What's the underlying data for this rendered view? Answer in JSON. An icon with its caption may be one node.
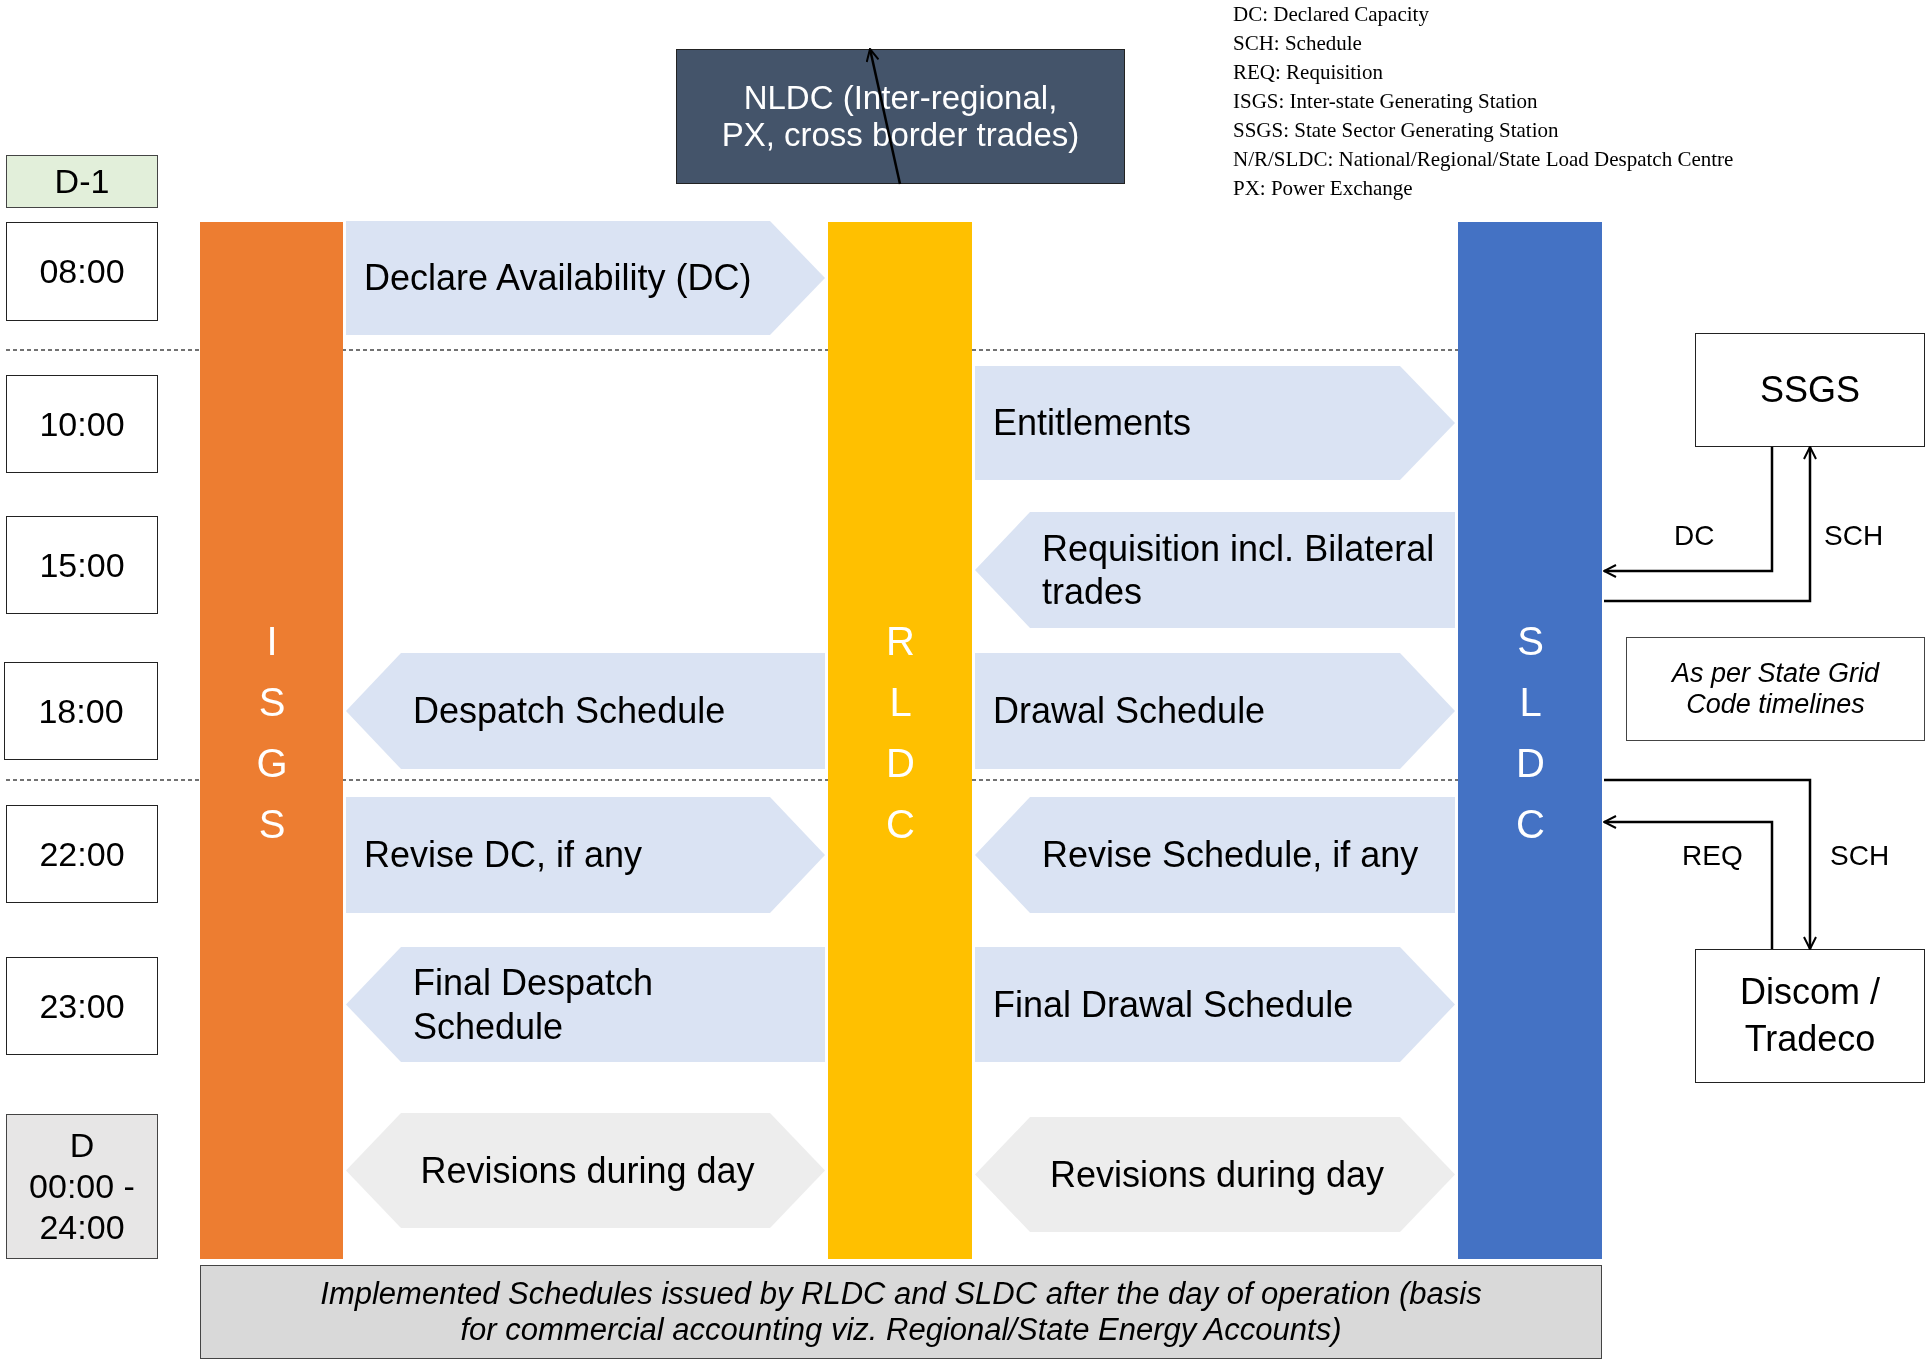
{
  "diagram": {
    "nodes": [
      {
        "text": [
          "NLDC (Inter-regional, PX, cross border trades)"
        ]
      },
      {
        "text": [
          "D-1"
        ]
      },
      {
        "text": [
          "08:00"
        ]
      },
      {
        "text": [
          "10:00"
        ]
      },
      {
        "text": [
          "15:00"
        ]
      },
      {
        "text": [
          "18:00"
        ]
      },
      {
        "text": [
          "22:00"
        ]
      },
      {
        "text": [
          "23:00"
        ]
      },
      {
        "text": [
          "D 00:00 - 24:00"
        ]
      },
      {
        "text": [
          "ISGS"
        ]
      },
      {
        "text": [
          "RLDC"
        ]
      },
      {
        "text": [
          "SLDC"
        ]
      },
      {
        "text": [
          "SSGS"
        ]
      },
      {
        "text": [
          "As per State Grid Code timelines"
        ]
      },
      {
        "text": [
          "Discom / Tradeco"
        ]
      },
      {
        "text": [
          "Implemented Schedules issued by RLDC and SLDC after the day of operation (basis for commercial accounting viz. Regional/State Energy Accounts)"
        ]
      }
    ],
    "edges": [
      {
        "from": null,
        "to": 0,
        "arrow": "to",
        "color": "#000000"
      },
      {
        "from": 9,
        "to": 10,
        "arrow": "to",
        "label": "Declare Availability (DC)"
      },
      {
        "from": 10,
        "to": 11,
        "arrow": "to",
        "label": "Entitlements"
      },
      {
        "from": 11,
        "to": 10,
        "arrow": "to",
        "label": "Requisition incl. Bilateral trades"
      },
      {
        "from": 10,
        "to": 9,
        "arrow": "to",
        "label": "Despatch Schedule"
      },
      {
        "from": 10,
        "to": 11,
        "arrow": "to",
        "label": "Drawal Schedule"
      },
      {
        "from": 9,
        "to": 10,
        "arrow": "to",
        "label": "Revise DC, if any"
      },
      {
        "from": 11,
        "to": 10,
        "arrow": "to",
        "label": "Revise Schedule, if any"
      },
      {
        "from": 10,
        "to": 9,
        "arrow": "to",
        "label": "Final Despatch Schedule"
      },
      {
        "from": 10,
        "to": 11,
        "arrow": "to",
        "label": "Final Drawal Schedule"
      },
      {
        "from": 9,
        "to": 10,
        "arrow": "both",
        "label": "Revisions during day",
        "color": "#ededed"
      },
      {
        "from": 10,
        "to": 11,
        "arrow": "both",
        "label": "Revisions during day",
        "color": "#ededed"
      },
      {
        "from": 12,
        "to": 11,
        "arrow": "to",
        "label": "DC",
        "color": "#000000"
      },
      {
        "from": 11,
        "to": 12,
        "arrow": "to",
        "label": "SCH",
        "color": "#000000"
      },
      {
        "from": 11,
        "to": 14,
        "arrow": "to",
        "label": "SCH",
        "color": "#000000"
      },
      {
        "from": 14,
        "to": 11,
        "arrow": "to",
        "label": "REQ",
        "color": "#000000"
      }
    ],
    "labels": [
      "DC: Declared Capacity",
      "SCH: Schedule",
      "REQ: Requisition",
      "ISGS: Inter-state Generating Station",
      "SSGS: State Sector Generating Station",
      "N/R/SLDC: National/Regional/State Load Despatch Centre",
      "PX: Power Exchange"
    ]
  }
}
